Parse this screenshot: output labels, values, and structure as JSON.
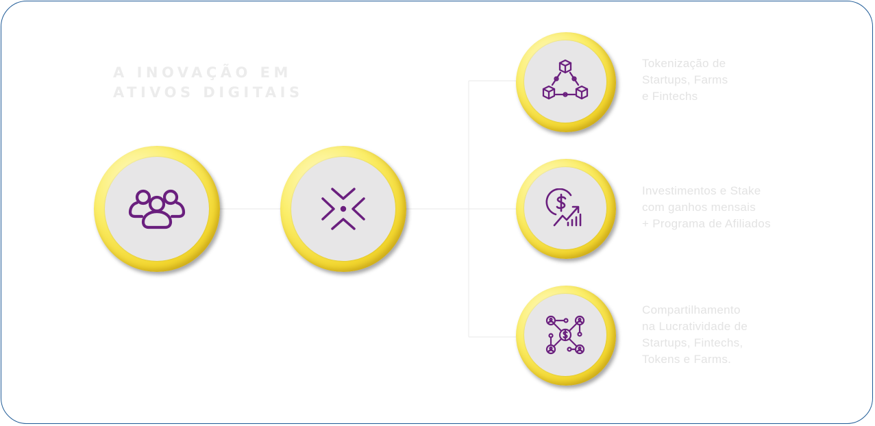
{
  "title": {
    "line1": "A INOVAÇÃO EM",
    "line2": "ATIVOS DIGITAIS"
  },
  "colors": {
    "frame": "#1e5a96",
    "icon": "#6a1f7e",
    "ring": "#f2d62e",
    "inner": "#e7e6e7",
    "text": "#e3e3e3"
  },
  "nodes": [
    {
      "icon": "group-icon"
    },
    {
      "icon": "converge-arrows-icon"
    },
    {
      "icon": "blockchain-cubes-icon",
      "lines": [
        "Tokenização de",
        "Startups, Farms",
        "e Fintechs"
      ]
    },
    {
      "icon": "dollar-growth-icon",
      "lines": [
        "Investimentos e Stake",
        "com ganhos mensais",
        "+ Programa de Afiliados"
      ]
    },
    {
      "icon": "dollar-network-icon",
      "lines": [
        "Compartilhamento",
        "na Lucratividade de",
        "Startups, Fintechs,",
        "Tokens e Farms."
      ]
    }
  ]
}
